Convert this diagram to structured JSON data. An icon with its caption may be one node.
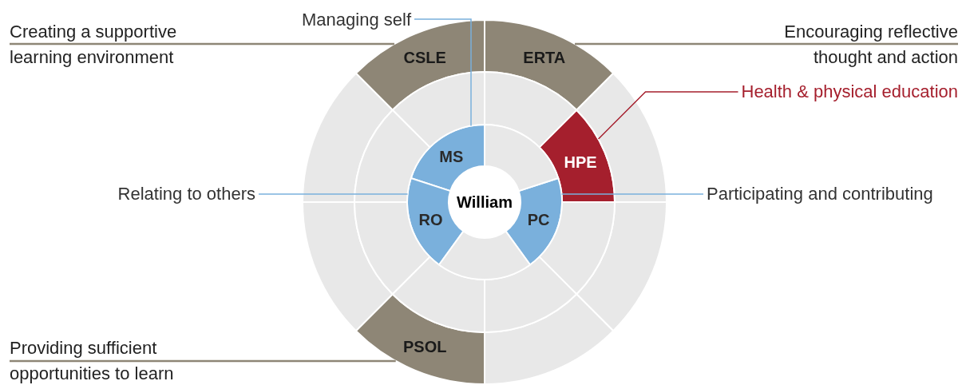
{
  "diagram": {
    "nodes": [
      {
        "text": [
          "Managing self"
        ]
      },
      {
        "text": [
          "Creating a supportive learning environment"
        ]
      },
      {
        "text": [
          "Encouraging reflective thought and action"
        ]
      },
      {
        "text": [
          "CSLE"
        ]
      },
      {
        "text": [
          "ERTA"
        ]
      },
      {
        "text": [
          "Health & physical education"
        ]
      },
      {
        "text": [
          "MS"
        ]
      },
      {
        "text": [
          "HPE"
        ]
      },
      {
        "text": [
          "Relating to others"
        ]
      },
      {
        "text": [
          "William"
        ]
      },
      {
        "text": [
          "Participating and contributing"
        ]
      },
      {
        "text": [
          "RO"
        ]
      },
      {
        "text": [
          "PC"
        ]
      },
      {
        "text": [
          "PSOL"
        ]
      },
      {
        "text": [
          "Providing sufficient opportunities to learn"
        ]
      },
      {
        "text": [],
        "shape": "wedge"
      },
      {
        "text": [],
        "shape": "wedge"
      },
      {
        "text": [],
        "shape": "wedge"
      },
      {
        "text": [],
        "shape": "wedge"
      },
      {
        "text": [],
        "shape": "wedge"
      },
      {
        "text": [],
        "shape": "wedge"
      },
      {
        "text": [],
        "shape": "wedge"
      },
      {
        "text": [],
        "shape": "wedge"
      },
      {
        "text": [],
        "shape": "wedge"
      },
      {
        "text": [],
        "shape": "wedge"
      },
      {
        "text": [],
        "shape": "wedge"
      },
      {
        "text": [],
        "shape": "wedge"
      },
      {
        "text": [],
        "shape": "wedge"
      },
      {
        "text": [],
        "shape": "wedge"
      }
    ],
    "edges": [
      {
        "from": 0,
        "to": 6,
        "arrow": "none",
        "color": "#7ab0dc"
      },
      {
        "from": 1,
        "to": 3,
        "arrow": "none",
        "color": "#8e8676"
      },
      {
        "from": 2,
        "to": 4,
        "arrow": "none",
        "color": "#8e8676"
      },
      {
        "from": 5,
        "to": 7,
        "arrow": "none",
        "color": "#a51f2d"
      },
      {
        "from": 8,
        "to": 11,
        "arrow": "none",
        "color": "#7ab0dc"
      },
      {
        "from": 10,
        "to": 12,
        "arrow": "none",
        "color": "#7ab0dc"
      },
      {
        "from": 14,
        "to": 13,
        "arrow": "none",
        "color": "#8e8676"
      }
    ]
  }
}
